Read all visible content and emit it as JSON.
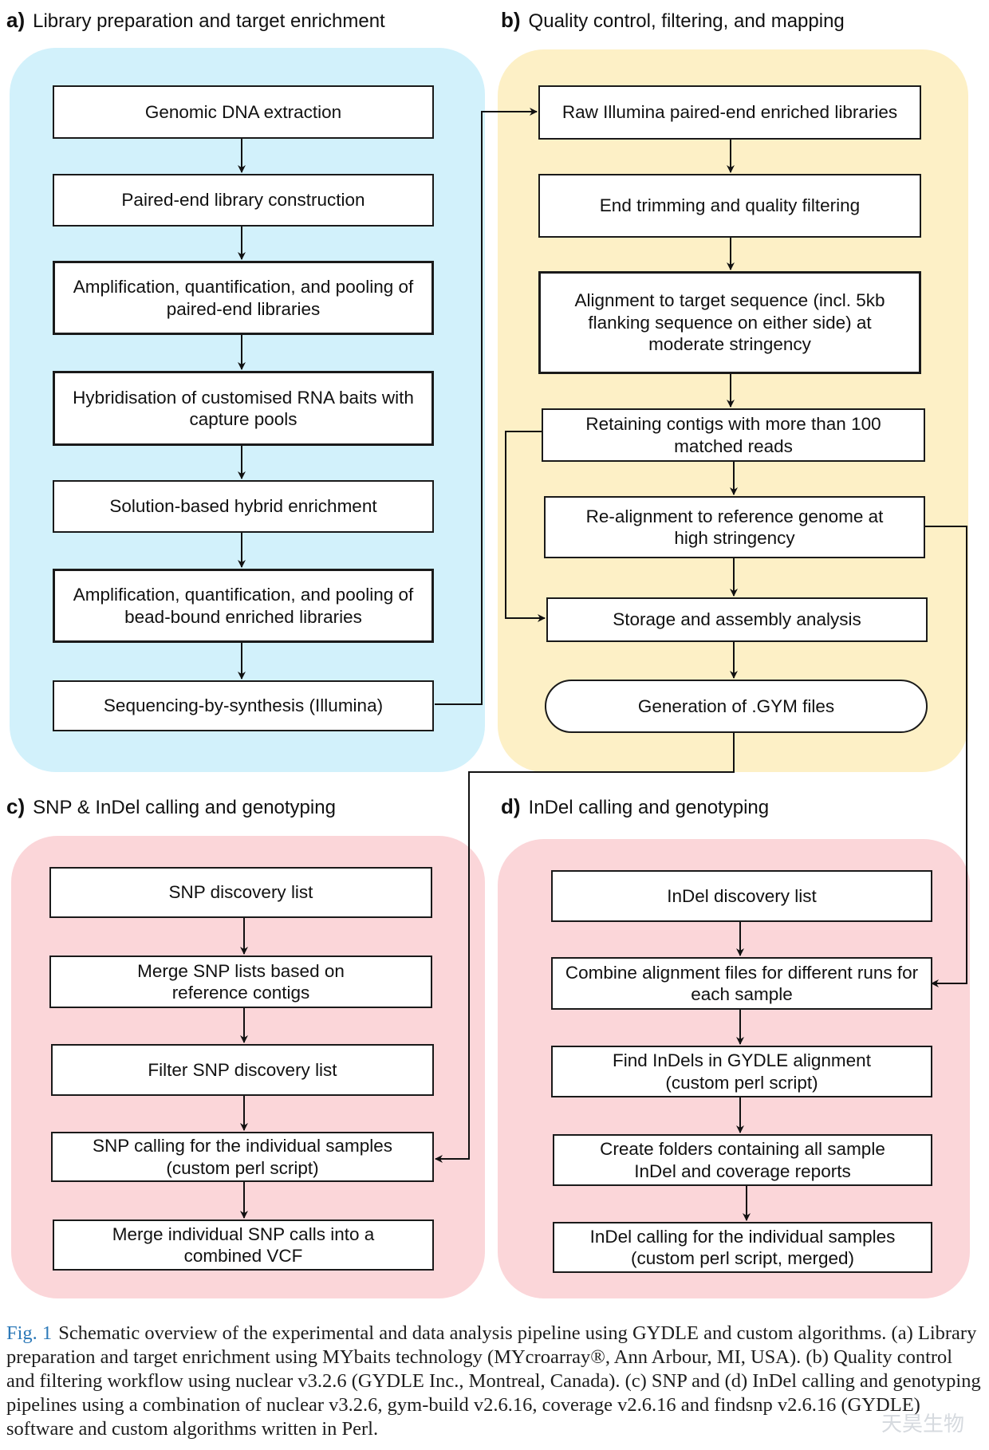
{
  "panels": {
    "a": {
      "letter": "a)",
      "title": "Library preparation and target enrichment"
    },
    "b": {
      "letter": "b)",
      "title": "Quality control, filtering, and mapping"
    },
    "c": {
      "letter": "c)",
      "title": "SNP & InDel calling and genotyping"
    },
    "d": {
      "letter": "d)",
      "title": "InDel calling and genotyping"
    }
  },
  "steps": {
    "a1": "Genomic DNA extraction",
    "a2": "Paired-end library construction",
    "a3": "Amplification, quantification, and pooling of paired-end libraries",
    "a4": "Hybridisation of customised RNA baits with capture pools",
    "a5": "Solution-based hybrid enrichment",
    "a6": "Amplification, quantification, and pooling of bead-bound enriched libraries",
    "a7": "Sequencing-by-synthesis (Illumina)",
    "b1": "Raw Illumina paired-end enriched libraries",
    "b2": "End trimming and quality filtering",
    "b3": "Alignment to target sequence (incl. 5kb flanking sequence on either side) at moderate stringency",
    "b4": "Retaining contigs with more than 100 matched reads",
    "b5": "Re-alignment to reference genome at high stringency",
    "b6": "Storage and assembly analysis",
    "b7": "Generation of .GYM files",
    "c1": "SNP discovery list",
    "c2": "Merge SNP lists based on reference contigs",
    "c3": "Filter SNP discovery list",
    "c4": "SNP calling for the individual samples (custom perl script)",
    "c5": "Merge individual SNP calls into a combined VCF",
    "d1": "InDel discovery list",
    "d2": "Combine alignment files for different runs for each sample",
    "d3": "Find InDels in GYDLE alignment (custom perl script)",
    "d4": "Create folders containing all sample InDel and coverage reports",
    "d5": "InDel calling for the individual samples (custom perl script, merged)"
  },
  "caption": {
    "label": "Fig. 1",
    "text": "Schematic overview of the experimental and data analysis pipeline using GYDLE and custom algorithms. (a) Library preparation and target enrichment using MYbaits technology (MYcroarray®, Ann Arbour, MI, USA). (b) Quality control and filtering workflow using nuclear v3.2.6 (GYDLE Inc., Montreal, Canada). (c) SNP and (d) InDel calling and genotyping pipelines using a combination of nuclear v3.2.6, gym-build v2.6.16, coverage v2.6.16 and findsnp v2.6.16 (GYDLE) software and custom algorithms written in Perl."
  },
  "watermark": "天昊生物",
  "colors": {
    "panel_a": "#d2f1fb",
    "panel_b": "#fdf0c6",
    "panel_cd": "#fbd6d9",
    "caption_label": "#2c79b8"
  }
}
